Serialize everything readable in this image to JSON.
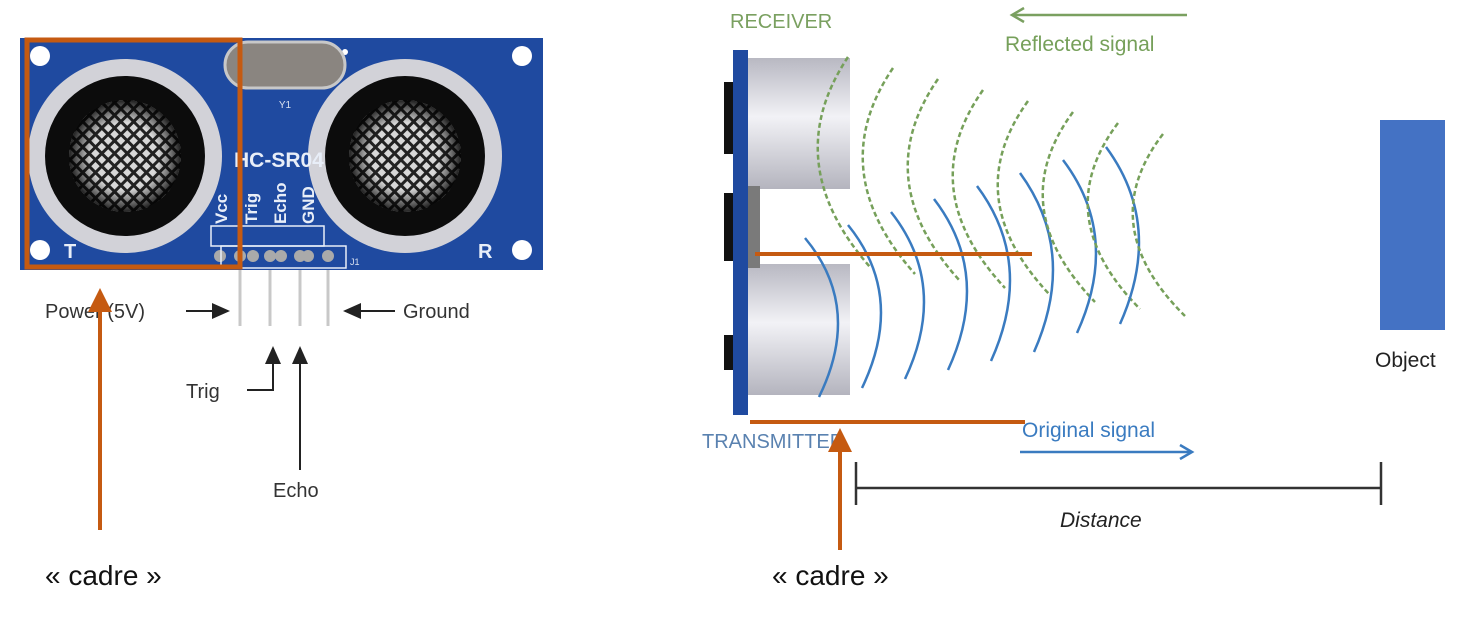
{
  "left_figure": {
    "module_name": "HC-SR04",
    "crystal_label": "Y1",
    "connector_label": "J1",
    "transducer_left_label": "T",
    "transducer_right_label": "R",
    "pins": [
      "Vcc",
      "Trig",
      "Echo",
      "GND"
    ],
    "callouts": {
      "power": "Power (5V)",
      "ground": "Ground",
      "trig": "Trig",
      "echo": "Echo"
    },
    "annotation": "« cadre »"
  },
  "right_figure": {
    "receiver": "RECEIVER",
    "transmitter": "TRANSMITTER",
    "reflected_signal": "Reflected signal",
    "original_signal": "Original signal",
    "object": "Object",
    "distance": "Distance",
    "annotation": "« cadre »"
  },
  "colors": {
    "annotation": "#c55a11",
    "board": "#1f4aa0",
    "original_signal": "#3a7bc0",
    "reflected_signal": "#76a05a",
    "object": "#4472c4"
  }
}
